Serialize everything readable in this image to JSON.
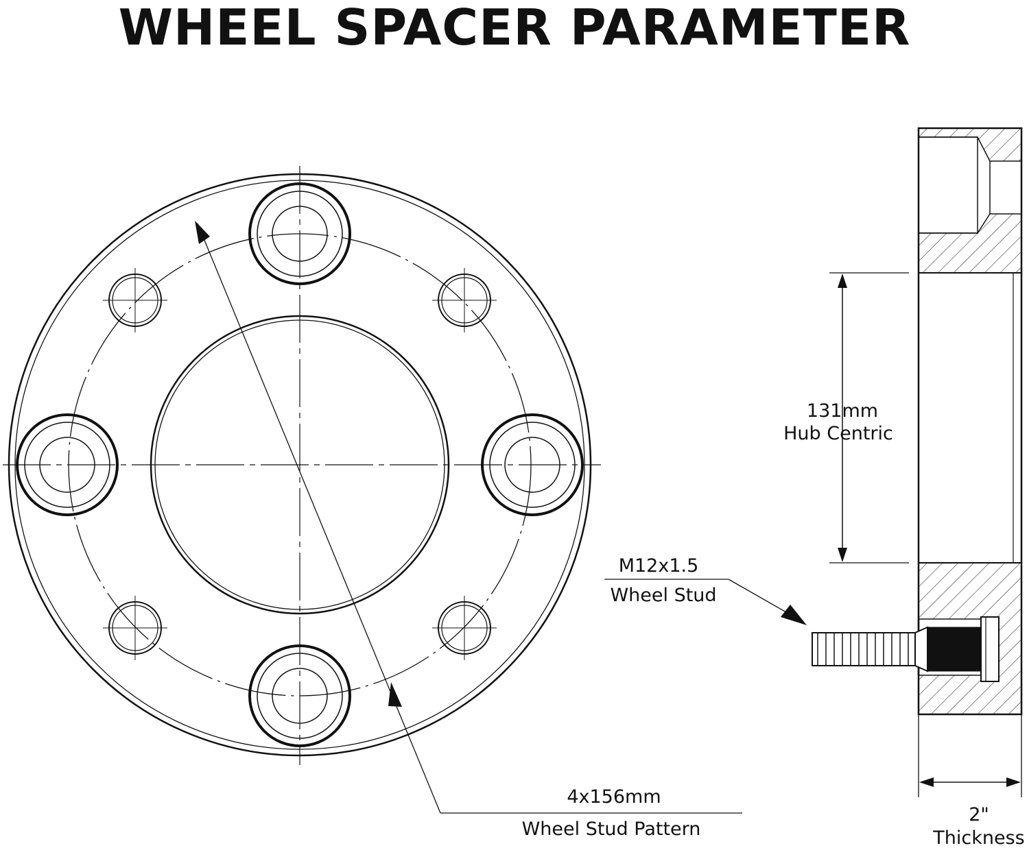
{
  "title": "WHEEL SPACER PARAMETER",
  "labels": {
    "hub_value": "131mm",
    "hub_name": "Hub Centric",
    "stud_value": "M12x1.5",
    "stud_name": "Wheel Stud",
    "pattern_value": "4x156mm",
    "pattern_name": "Wheel Stud Pattern",
    "thickness_value": "2\"",
    "thickness_name": "Thickness"
  }
}
